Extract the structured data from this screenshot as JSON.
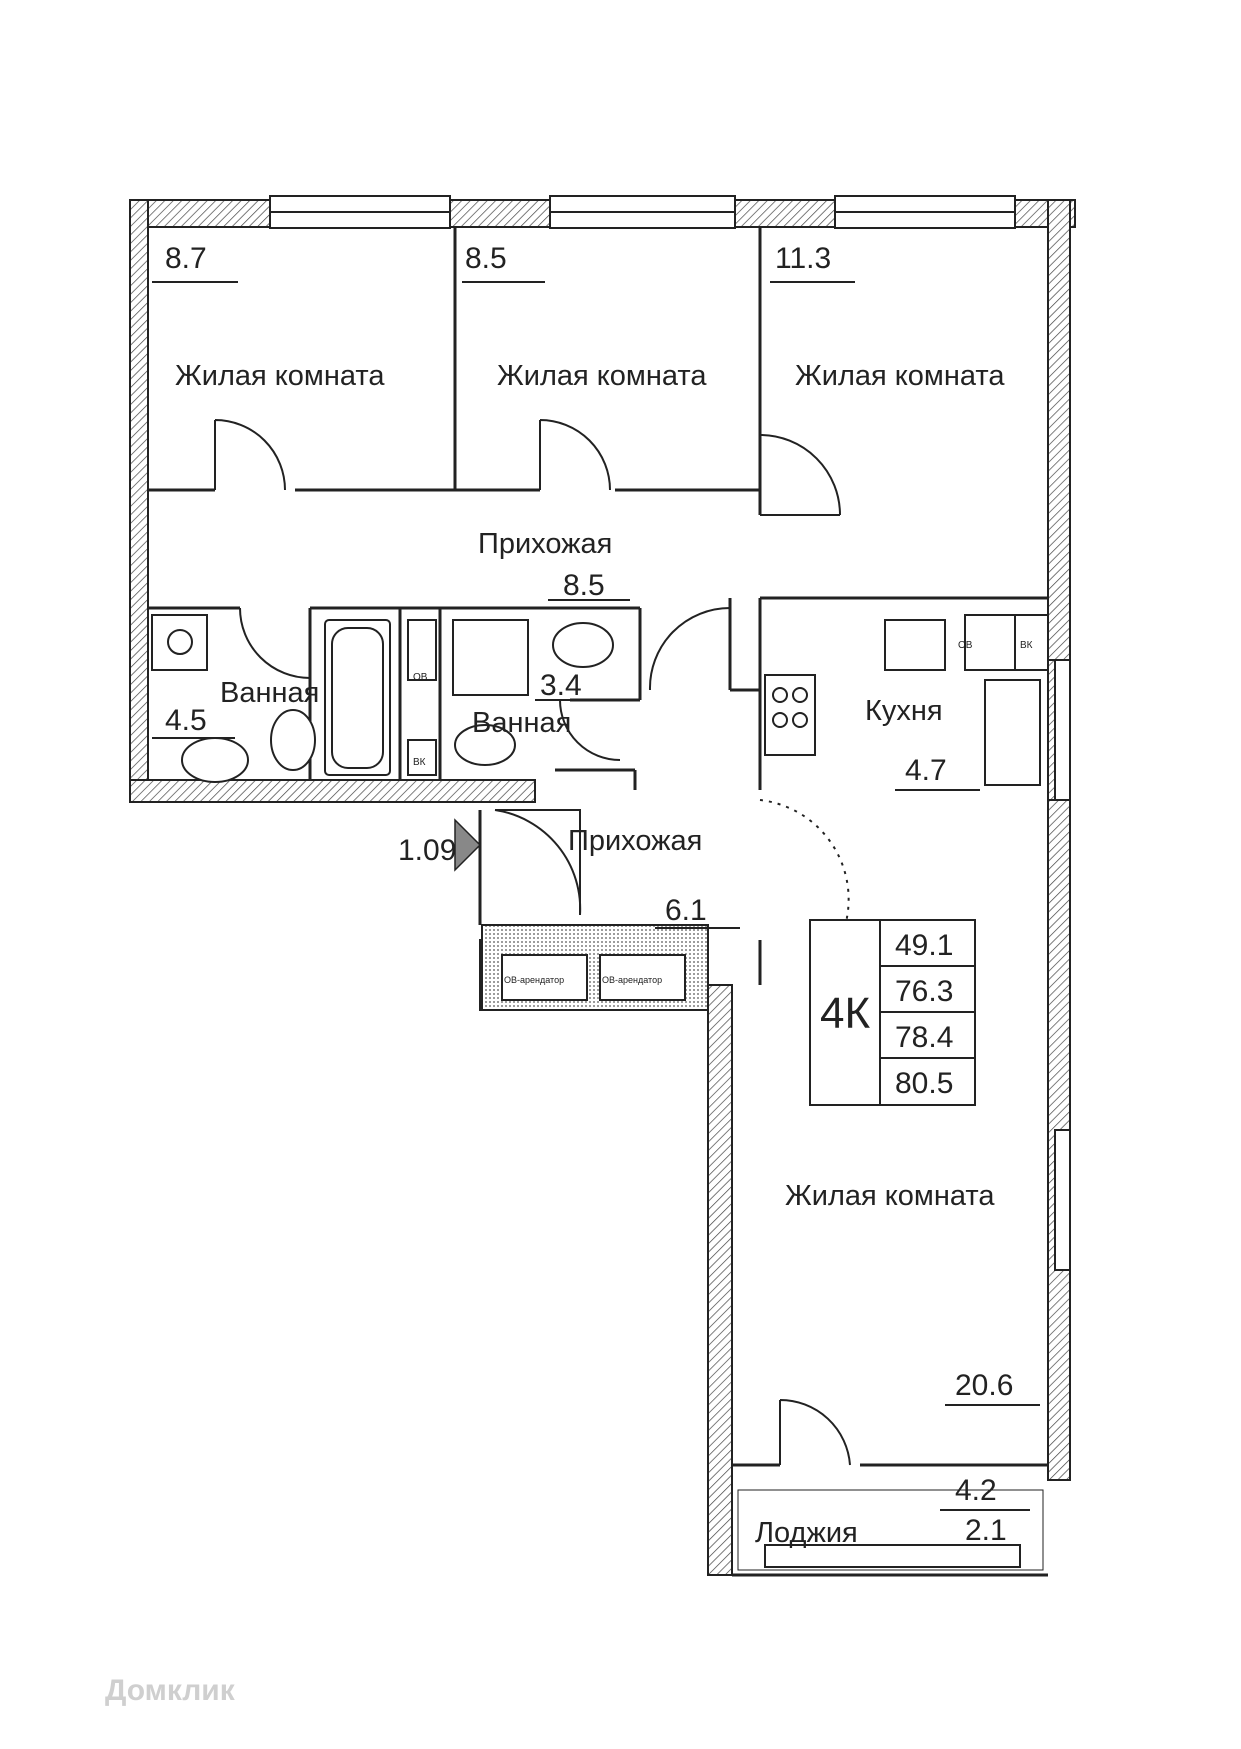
{
  "rooms": {
    "living1": {
      "label": "Жилая комната",
      "area": "8.7"
    },
    "living2": {
      "label": "Жилая комната",
      "area": "8.5"
    },
    "living3": {
      "label": "Жилая комната",
      "area": "11.3"
    },
    "hall1": {
      "label": "Прихожая",
      "area": "8.5"
    },
    "bath1": {
      "label": "Ванная",
      "area": "4.5"
    },
    "bath2": {
      "label": "Ванная",
      "area": "3.4"
    },
    "kitchen": {
      "label": "Кухня",
      "area": "4.7"
    },
    "hall2": {
      "label": "Прихожая",
      "area": "6.1"
    },
    "living4": {
      "label": "Жилая комната",
      "area": "20.6"
    },
    "loggia": {
      "label": "Лоджия",
      "area": "4.2",
      "area_reduced": "2.1"
    }
  },
  "entrance_height": "1.09",
  "summary": {
    "type": "4К",
    "areas": [
      "49.1",
      "76.3",
      "78.4",
      "80.5"
    ]
  },
  "fixtures": {
    "ov": "ОВ",
    "vk": "ВК",
    "ov_renter": "ОВ-арендатор"
  },
  "watermark": "Домклик"
}
